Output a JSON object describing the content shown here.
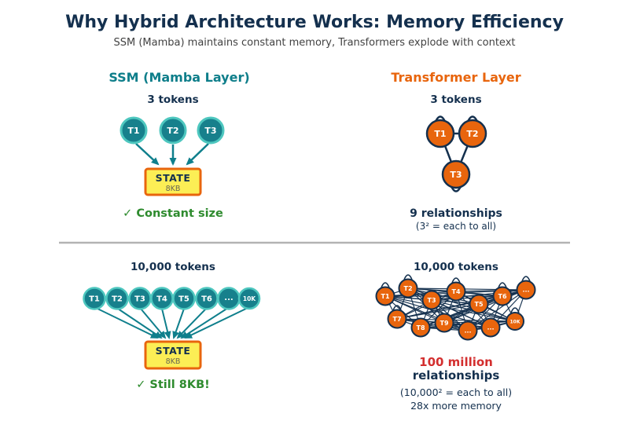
{
  "header": {
    "title": "Why Hybrid Architecture Works: Memory Efficiency",
    "subtitle": "SSM (Mamba) maintains constant memory, Transformers explode with context"
  },
  "colors": {
    "navy": "#14304e",
    "teal": "#0e7e8a",
    "teal_fill": "#17808c",
    "teal_border": "#4ec7bf",
    "orange": "#e8650d",
    "yellow": "#fcee55",
    "green": "#2e8b2e",
    "red": "#d32f2f",
    "divider_gray": "#b3b3b3"
  },
  "ssm_top": {
    "heading": "SSM (Mamba Layer)",
    "token_count_label": "3 tokens",
    "tokens": [
      "T1",
      "T2",
      "T3"
    ],
    "state_box": {
      "title": "STATE",
      "size": "8KB"
    },
    "caption": "✓ Constant size"
  },
  "transformer_top": {
    "heading": "Transformer Layer",
    "token_count_label": "3 tokens",
    "tokens": [
      "T1",
      "T2",
      "T3"
    ],
    "relationships": "9 relationships",
    "relationships_detail": "(3² = each to all)"
  },
  "ssm_bottom": {
    "token_count_label": "10,000 tokens",
    "tokens": [
      "T1",
      "T2",
      "T3",
      "T4",
      "T5",
      "T6",
      "...",
      "10K"
    ],
    "state_box": {
      "title": "STATE",
      "size": "8KB"
    },
    "caption": "✓ Still 8KB!"
  },
  "transformer_bottom": {
    "token_count_label": "10,000 tokens",
    "tokens": [
      "T1",
      "T2",
      "T3",
      "T4",
      "T5",
      "T6",
      "...",
      "T7",
      "T8",
      "T9",
      "...",
      "...",
      "10K"
    ],
    "relationships_value": "100 million",
    "relationships_label": "relationships",
    "relationships_detail": "(10,000² = each to all)",
    "memory_note": "28x more memory"
  }
}
